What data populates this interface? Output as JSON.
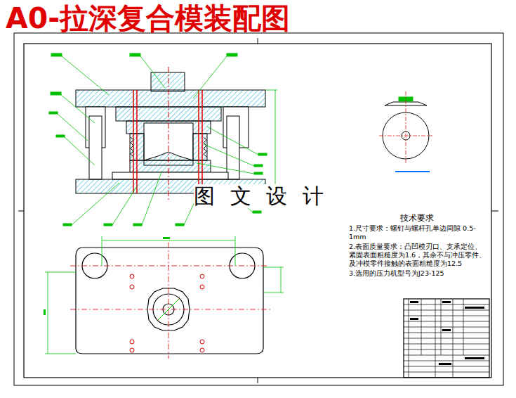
{
  "diagram": {
    "title": "A0-拉深复合模装配图",
    "labels": [
      "图 文 设 计",
      "技术要求",
      "1.尺寸要求：螺钉与螺杆孔单边间隙 0.5-1mm",
      "2.表面质量要求：凸凹模刃口、支承定位、 紧固表面粗糙度为1.6，其余不与冲压零件、 及冲模零件接触的表面粗糙度为12.5",
      "3.选用的压力机型号为J23-125"
    ]
  }
}
